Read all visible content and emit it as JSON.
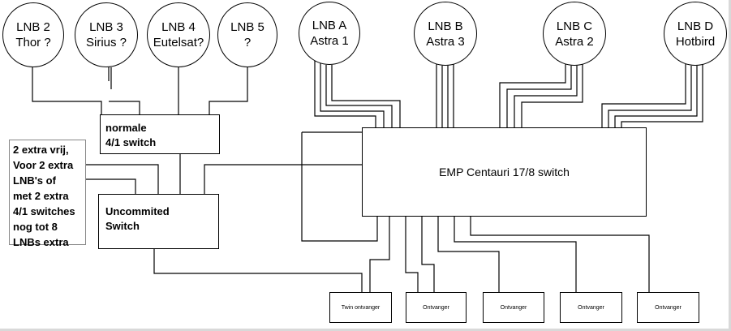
{
  "lnbs_left": [
    {
      "line1": "LNB 2",
      "line2": "Thor ?"
    },
    {
      "line1": "LNB 3",
      "line2": "Sirius ?"
    },
    {
      "line1": "LNB 4",
      "line2": "Eutelsat?"
    },
    {
      "line1": "LNB 5",
      "line2": "?"
    }
  ],
  "lnbs_right": [
    {
      "line1": "LNB A",
      "line2": "Astra 1"
    },
    {
      "line1": "LNB B",
      "line2": "Astra 3"
    },
    {
      "line1": "LNB C",
      "line2": "Astra 2"
    },
    {
      "line1": "LNB D",
      "line2": "Hotbird"
    }
  ],
  "switch_normal": {
    "line1": "normale",
    "line2": "4/1 switch"
  },
  "switch_uncommitted": {
    "line1": "Uncommited",
    "line2": "Switch"
  },
  "switch_emp": {
    "label": "EMP Centauri 17/8 switch"
  },
  "note": {
    "lines": [
      "2 extra vrij,",
      "Voor 2 extra",
      "LNB's of",
      "met 2 extra",
      "4/1 switches",
      "nog tot 8",
      "LNBs extra"
    ]
  },
  "receivers": [
    {
      "label": "Twin ontvanger"
    },
    {
      "label": "Ontvanger"
    },
    {
      "label": "Ontvanger"
    },
    {
      "label": "Ontvanger"
    },
    {
      "label": "Ontvanger"
    }
  ]
}
